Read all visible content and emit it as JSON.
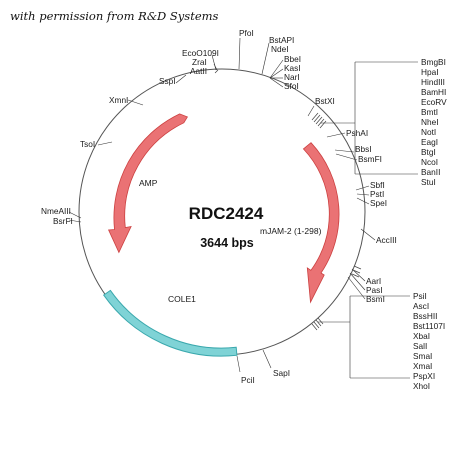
{
  "credit": "with permission from R&D Systems",
  "plasmid": {
    "name": "RDC2424",
    "size": "3644 bps"
  },
  "features": {
    "amp": "AMP",
    "mjam": "mJAM-2 (1-298)",
    "cole1": "COLE1"
  },
  "colors": {
    "backbone": "#555555",
    "arrow_fill": "#ea7274",
    "arrow_stroke": "#cc4040",
    "cole1_fill": "#7fd3d6",
    "cole1_stroke": "#3aa8ad"
  },
  "sites": {
    "pfoi": "PfoI",
    "bstapi": "BstAPI",
    "ndei": "NdeI",
    "bbei": "BbeI",
    "kasi": "KasI",
    "nari": "NarI",
    "sfoi": "SfoI",
    "ecoo109i": "EcoO109I",
    "zrai": "ZraI",
    "aatii": "AatII",
    "sspi": "SspI",
    "xmni": "XmnI",
    "tsoi": "TsoI",
    "nmeaiii": "NmeAIII",
    "bsrfi": "BsrFI",
    "bstxi": "BstXI",
    "pshai": "PshAI",
    "bbsi": "BbsI",
    "bsmfi": "BsmFI",
    "sbfi": "SbfI",
    "psti": "PstI",
    "spei": "SpeI",
    "acciii": "AccIII",
    "aari": "AarI",
    "pasi": "PasI",
    "bsmi": "BsmI",
    "sapi": "SapI",
    "pcii": "PciI",
    "group1": [
      "BmgBI",
      "HpaI",
      "HindIII",
      "BamHI",
      "EcoRV",
      "BmtI",
      "NheI",
      "NotI",
      "EagI",
      "BtgI",
      "NcoI",
      "BanII",
      "StuI"
    ],
    "group2": [
      "PsiI",
      "AscI",
      "BssHII",
      "Bst1107I",
      "XbaI",
      "SalI",
      "SmaI",
      "XmaI",
      "PspXI",
      "XhoI"
    ]
  }
}
